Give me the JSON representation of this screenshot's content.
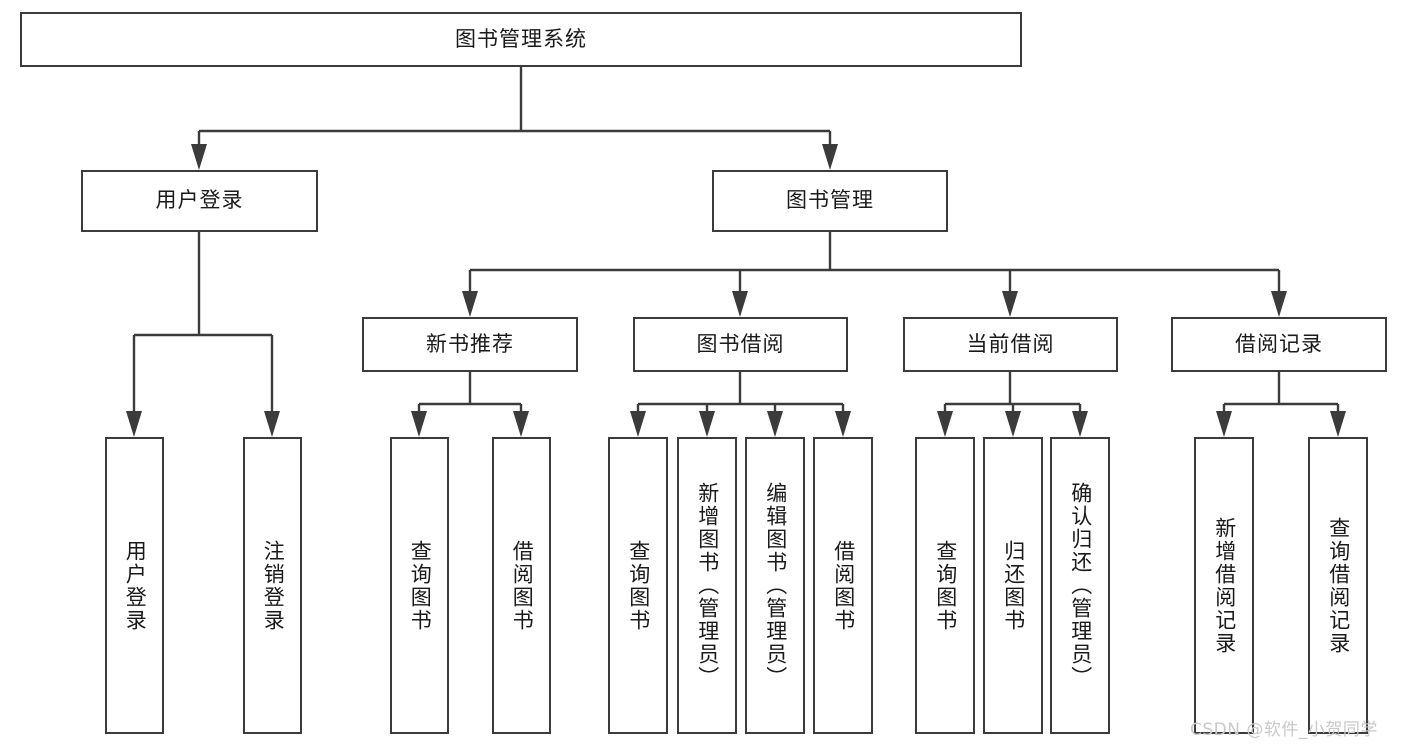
{
  "diagram": {
    "title": "图书管理系统",
    "root": {
      "label": "图书管理系统"
    },
    "level2": [
      {
        "label": "用户登录"
      },
      {
        "label": "图书管理"
      }
    ],
    "level3": [
      {
        "label": "新书推荐"
      },
      {
        "label": "图书借阅"
      },
      {
        "label": "当前借阅"
      },
      {
        "label": "借阅记录"
      }
    ],
    "leaves": {
      "user_login": [
        {
          "label": "用户登录"
        },
        {
          "label": "注销登录"
        }
      ],
      "new_book_recommend": [
        {
          "label": "查询图书"
        },
        {
          "label": "借阅图书"
        }
      ],
      "book_borrow": [
        {
          "label": "查询图书"
        },
        {
          "label": "新增图书（管理员）"
        },
        {
          "label": "编辑图书（管理员）"
        },
        {
          "label": "借阅图书"
        }
      ],
      "current_borrow": [
        {
          "label": "查询图书"
        },
        {
          "label": "归还图书"
        },
        {
          "label": "确认归还（管理员）"
        }
      ],
      "borrow_record": [
        {
          "label": "新增借阅记录"
        },
        {
          "label": "查询借阅记录"
        }
      ]
    }
  },
  "watermark": {
    "text": "CSDN @软件_小贺同学"
  },
  "colors": {
    "border": "#3b3b3b",
    "text": "#1a1a1a",
    "background": "#ffffff",
    "watermark": "#c9c9c9"
  }
}
